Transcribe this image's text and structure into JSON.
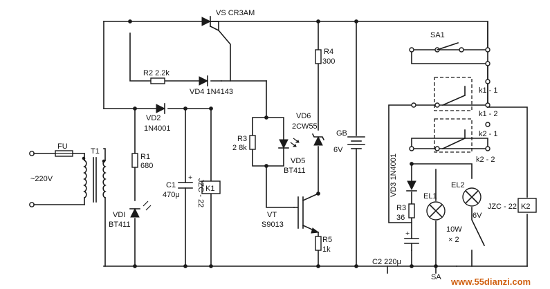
{
  "labels": {
    "vs": "VS CR3AM",
    "r2": "R2 2.2k",
    "vd4": "VD4 1N4143",
    "r4_name": "R4",
    "r4_val": "300",
    "sa1": "SA1",
    "k1_1": "k1 - 1",
    "k1_2": "k1 - 2",
    "k2_1": "k2 - 1",
    "k2_2": "k2 - 2",
    "vd2_name": "VD2",
    "vd2_part": "1N4001",
    "vd6_name": "VD6",
    "vd6_part": "2CW55",
    "gb_name": "GB",
    "gb_val": "6V",
    "r3_name": "R3",
    "r3_val": "2 8k",
    "vd5_name": "VD5",
    "vd5_part": "BT411",
    "fu": "FU",
    "t1": "T1",
    "mains": "~220V",
    "r1_name": "R1",
    "r1_val": "680",
    "c1_name": "C1",
    "c1_val": "470μ",
    "k1_coil": "K1",
    "k1_type": "JZC - 22",
    "vd1_name": "VDI",
    "vd1_part": "BT411",
    "vt_name": "VT",
    "vt_part": "S9013",
    "r5_name": "R5",
    "r5_val": "1k",
    "vd3": "VD3 1N4001",
    "r3b_name": "R3",
    "r3b_val": "36",
    "el1": "EL1",
    "el2": "EL2",
    "el2_val": "6V",
    "lamp_rating": "10W",
    "lamp_count": "× 2",
    "k2_coil": "K2",
    "k2_type": "JZC - 22",
    "c2": "C2 220μ",
    "sa_bottom": "SA",
    "watermark": "www.55dianzi.com"
  }
}
